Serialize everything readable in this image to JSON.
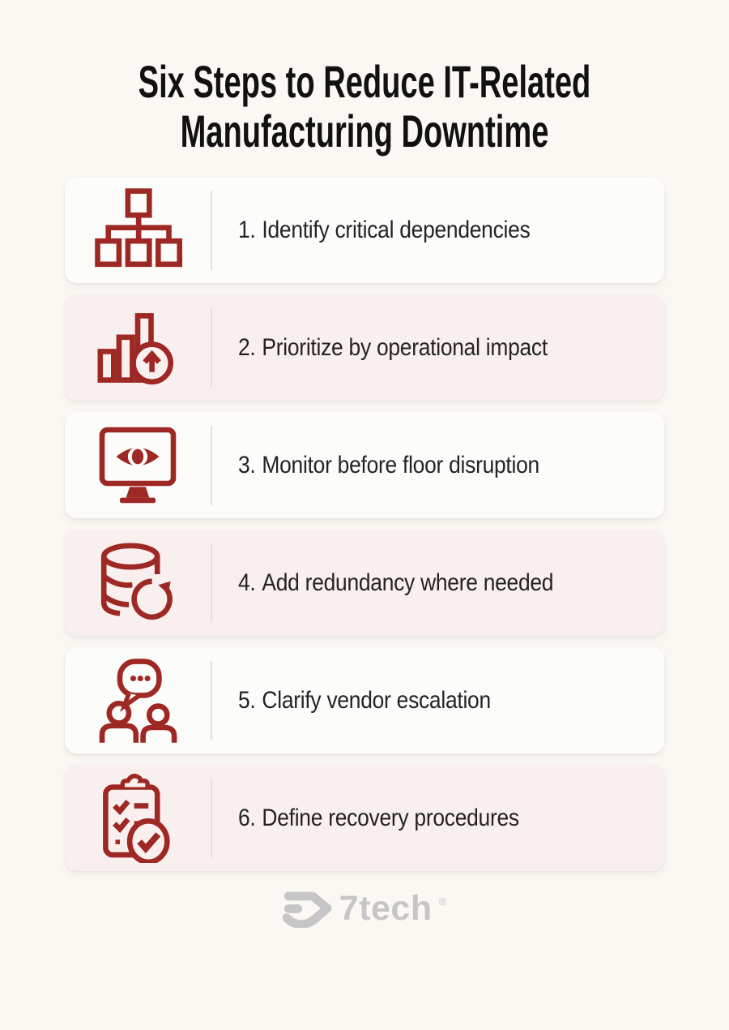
{
  "title": {
    "line1": "Six Steps to Reduce IT-Related",
    "line2": "Manufacturing Downtime"
  },
  "colors": {
    "page_bg": "#FBF8F4",
    "card_white": "#FCFCFB",
    "card_pink": "#F8EFEE",
    "icon_red": "#9E2823",
    "divider": "#E3E0DD",
    "step_text": "#232323",
    "title_text": "#111111",
    "logo_gray": "#C6C6C6"
  },
  "steps": [
    {
      "number": "1.",
      "label": "Identify critical dependencies",
      "icon": "hierarchy-icon",
      "tint": "white"
    },
    {
      "number": "2.",
      "label": "Prioritize by operational impact",
      "icon": "bar-chart-up-icon",
      "tint": "pink"
    },
    {
      "number": "3.",
      "label": "Monitor before floor disruption",
      "icon": "monitor-eye-icon",
      "tint": "white"
    },
    {
      "number": "4.",
      "label": "Add redundancy where needed",
      "icon": "database-refresh-icon",
      "tint": "pink"
    },
    {
      "number": "5.",
      "label": "Clarify vendor escalation",
      "icon": "people-chat-icon",
      "tint": "white"
    },
    {
      "number": "6.",
      "label": "Define recovery procedures",
      "icon": "clipboard-check-icon",
      "tint": "pink"
    }
  ],
  "footer": {
    "logo_text": "7tech",
    "registered_mark": "®"
  }
}
